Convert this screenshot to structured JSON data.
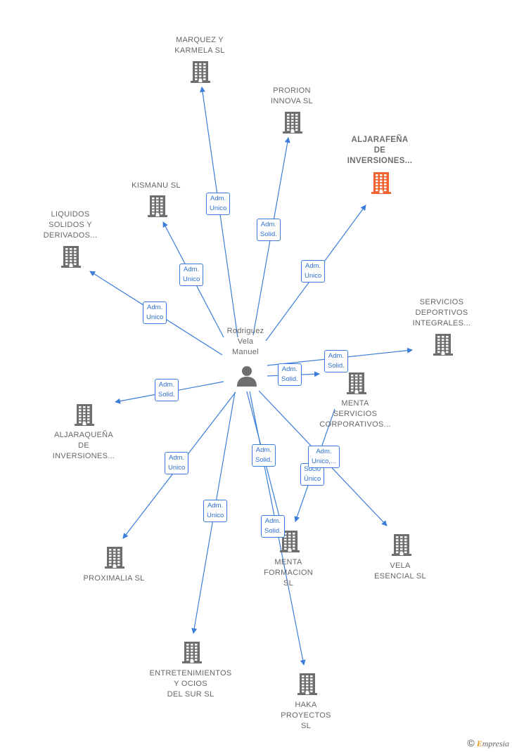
{
  "center": {
    "name": "Rodriguez\nVela\nManuel"
  },
  "colors": {
    "edge": "#3b7dd8",
    "building": "#6e6e6e",
    "highlight": "#f0622e"
  },
  "nodes": [
    {
      "id": "marquez",
      "label": "MARQUEZ Y\nKARMELA  SL",
      "highlight": false
    },
    {
      "id": "prorion",
      "label": "PRORION\nINNOVA  SL",
      "highlight": false
    },
    {
      "id": "aljarafena",
      "label": "ALJARAFEÑA\nDE\nINVERSIONES...",
      "highlight": true
    },
    {
      "id": "kismanu",
      "label": "KISMANU  SL",
      "highlight": false
    },
    {
      "id": "liquidos",
      "label": "LIQUIDOS\nSOLIDOS Y\nDERIVADOS...",
      "highlight": false
    },
    {
      "id": "servicios",
      "label": "SERVICIOS\nDEPORTIVOS\nINTEGRALES...",
      "highlight": false
    },
    {
      "id": "menta_serv",
      "label": "MENTA\nSERVICIOS\nCORPORATIVOS...",
      "highlight": false
    },
    {
      "id": "aljaraquena",
      "label": "ALJARAQUEÑA\nDE\nINVERSIONES...",
      "highlight": false
    },
    {
      "id": "proximalia",
      "label": "PROXIMALIA SL",
      "highlight": false
    },
    {
      "id": "menta_form",
      "label": "MENTA\nFORMACION\nSL",
      "highlight": false
    },
    {
      "id": "vela",
      "label": "VELA\nESENCIAL  SL",
      "highlight": false
    },
    {
      "id": "entretenimientos",
      "label": "ENTRETENIMIENTOS\nY OCIOS\nDEL SUR SL",
      "highlight": false
    },
    {
      "id": "haka",
      "label": "HAKA\nPROYECTOS\nSL",
      "highlight": false
    }
  ],
  "edges": [
    {
      "to": "marquez",
      "label": "Adm.\nUnico"
    },
    {
      "to": "prorion",
      "label": "Adm.\nSolid."
    },
    {
      "to": "aljarafena",
      "label": "Adm.\nUnico"
    },
    {
      "to": "kismanu",
      "label": "Adm.\nUnico"
    },
    {
      "to": "liquidos",
      "label": "Adm.\nUnico"
    },
    {
      "to": "servicios",
      "label": "Adm.\nSolid."
    },
    {
      "to": "menta_serv",
      "label": "Adm.\nSolid."
    },
    {
      "to": "aljaraquena",
      "label": "Adm.\nSolid."
    },
    {
      "to": "proximalia",
      "label": "Adm.\nUnico"
    },
    {
      "to": "entretenimientos",
      "label": "Adm.\nUnico"
    },
    {
      "to": "menta_form",
      "label": "Adm.\nSolid."
    },
    {
      "to": "haka",
      "label": "Adm.\nSolid."
    },
    {
      "to": "menta_form",
      "label": "Socio\nÚnico"
    },
    {
      "to": "vela",
      "label": "Adm.\nUnico,..."
    }
  ],
  "brand": {
    "copyright": "©",
    "name": "mpresia",
    "initial": "E"
  }
}
